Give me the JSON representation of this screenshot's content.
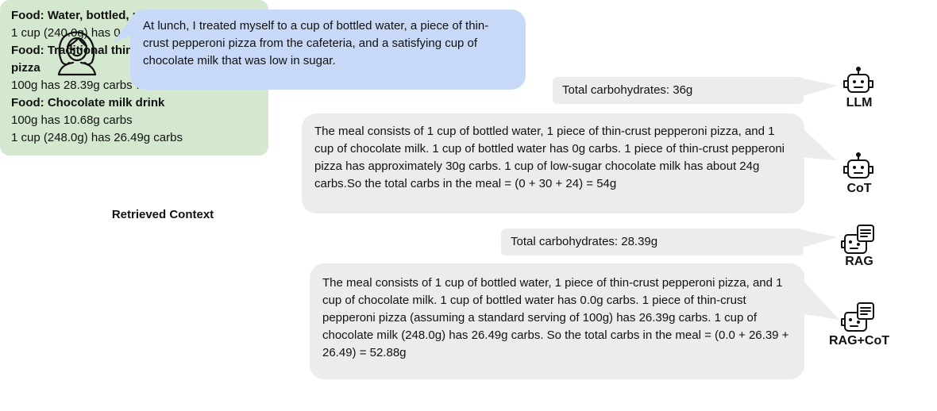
{
  "user_message": "At lunch, I treated myself to a cup of bottled water, a piece of thin-crust pepperoni pizza from the cafeteria, and a satisfying cup of chocolate milk that was low in sugar.",
  "responses": {
    "llm": {
      "label": "LLM",
      "text": "Total carbohydrates:  36g"
    },
    "cot": {
      "label": "CoT",
      "text": "The meal consists of 1 cup of bottled water, 1 piece of thin-crust pepperoni pizza, and 1 cup of chocolate milk. 1 cup of bottled water has 0g carbs. 1 piece of thin-crust pepperoni pizza has approximately 30g carbs. 1 cup of low-sugar chocolate milk has about 24g carbs.So the total carbs in the meal = (0 + 30 + 24) = 54g"
    },
    "rag": {
      "label": "RAG",
      "text": "Total carbohydrates: 28.39g"
    },
    "rag_cot": {
      "label": "RAG+CoT",
      "text": "The meal consists of 1 cup of bottled water, 1 piece of thin-crust pepperoni pizza, and 1 cup of chocolate milk. 1 cup of bottled water has 0.0g carbs. 1 piece of thin-crust pepperoni pizza (assuming a standard serving of 100g) has 26.39g carbs. 1 cup of chocolate milk (248.0g) has 26.49g carbs. So the total carbs in the meal = (0.0 + 26.39 + 26.49) = 52.88g"
    }
  },
  "retrieved_context": {
    "title": "Retrieved Context",
    "lines": [
      {
        "text": "Food: Water, bottled, plain",
        "bold": true
      },
      {
        "text": "1 cup (240.0g) has 0.0g carbs...",
        "bold": false
      },
      {
        "text": "Food: Traditional thin crust pepperoni pizza",
        "bold": true
      },
      {
        "text": "100g has 28.39g carbs …",
        "bold": false
      },
      {
        "text": "Food: Chocolate milk drink",
        "bold": true
      },
      {
        "text": "100g has 10.68g carbs",
        "bold": false
      },
      {
        "text": "1 cup (248.0g) has 26.49g carbs",
        "bold": false
      }
    ]
  },
  "icons": {
    "user": "user-avatar-icon",
    "llm": "robot-icon",
    "cot": "robot-icon",
    "rag": "robot-document-icon",
    "rag_cot": "robot-document-icon"
  },
  "colors": {
    "user_bubble": "#c8d9f7",
    "response_bubble": "#ececec",
    "context_box": "#d4e8cf"
  }
}
